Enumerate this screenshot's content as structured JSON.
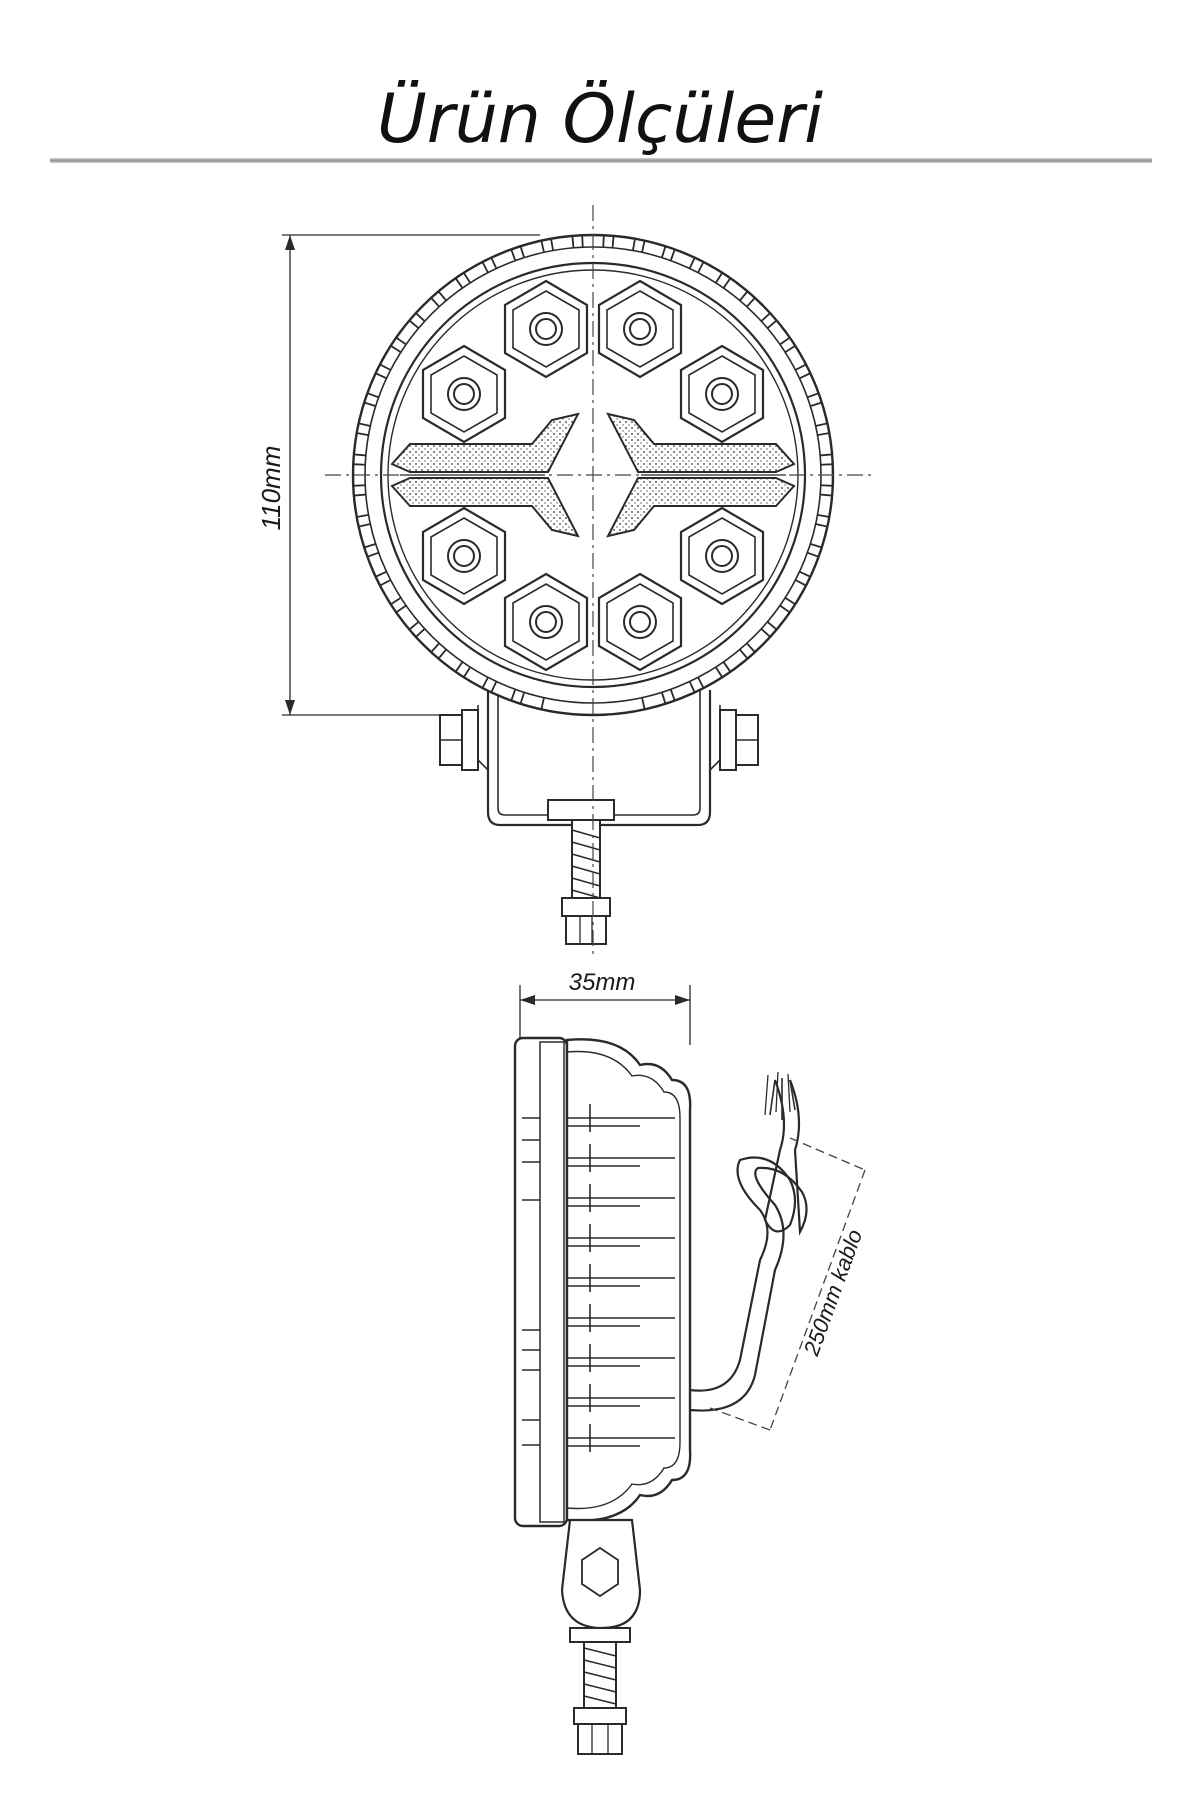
{
  "title": "Ürün Ölçüleri",
  "dimensions": {
    "height_label": "110mm",
    "depth_label": "35mm",
    "cable_label": "250mm kablo"
  },
  "colors": {
    "line": "#2a2a2a",
    "background": "#ffffff",
    "rule": "#9a9a9a"
  }
}
